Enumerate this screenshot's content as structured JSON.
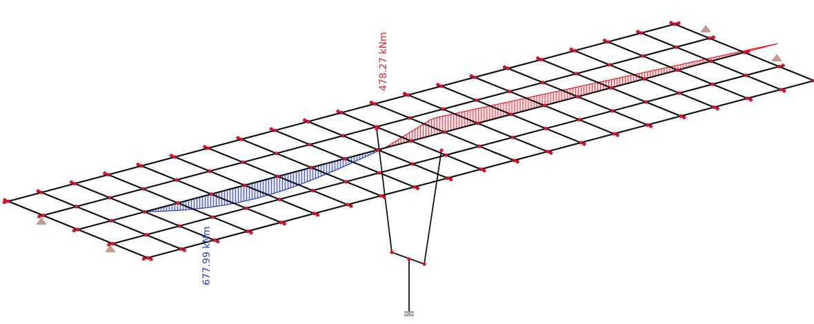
{
  "model": {
    "grid_nodes_long": 21,
    "grid_nodes_trans": 5
  },
  "results": {
    "max_positive_moment": "478.27 kNm",
    "max_negative_moment": "677.99 kNm"
  },
  "colors": {
    "background": "#ffffff",
    "mesh_line": "#111111",
    "node": "#e0102a",
    "positive_moment": "#e8242f",
    "negative_moment": "#2a3fd6",
    "support": "#c49a8e"
  },
  "icons": [
    "node-marker",
    "support-icon",
    "fixed-support-icon"
  ]
}
